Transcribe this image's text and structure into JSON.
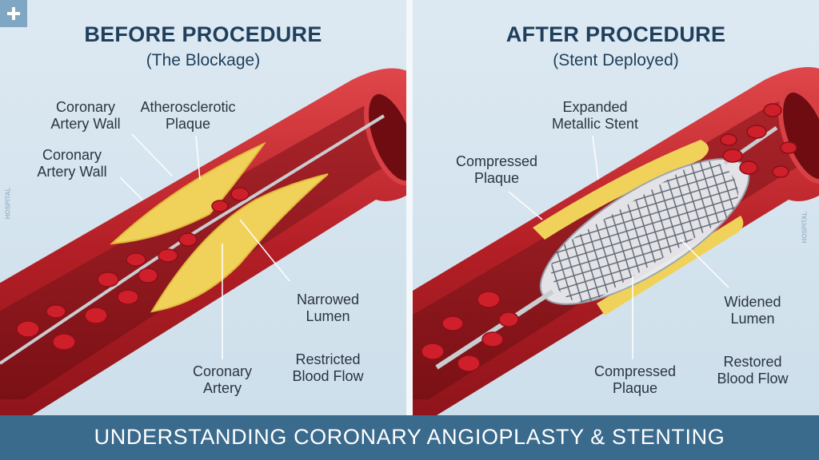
{
  "before": {
    "title": "BEFORE PROCEDURE",
    "subtitle": "(The Blockage)",
    "labels": {
      "wall_top": "Coronary\nArtery Wall",
      "wall_mid": "Coronary\nArtery Wall",
      "plaque": "Atherosclerotic\nPlaque",
      "narrowed": "Narrowed\nLumen",
      "artery": "Coronary\nArtery",
      "restricted": "Restricted\nBlood Flow"
    }
  },
  "after": {
    "title": "AFTER PROCEDURE",
    "subtitle": "(Stent Deployed)",
    "labels": {
      "stent": "Expanded\nMetallic Stent",
      "compressed_top": "Compressed\nPlaque",
      "widened": "Widened\nLumen",
      "compressed_bottom": "Compressed\nPlaque",
      "restored": "Restored\nBlood Flow"
    }
  },
  "footer": "UNDERSTANDING CORONARY ANGIOPLASTY & STENTING",
  "watermark": "HOSPITAL",
  "icons": [
    "hospital-cross-icon"
  ],
  "colors": {
    "artery": "#c0272d",
    "plaque": "#f0d25a",
    "footer": "#3a6a8c",
    "title": "#1f3f5c"
  }
}
